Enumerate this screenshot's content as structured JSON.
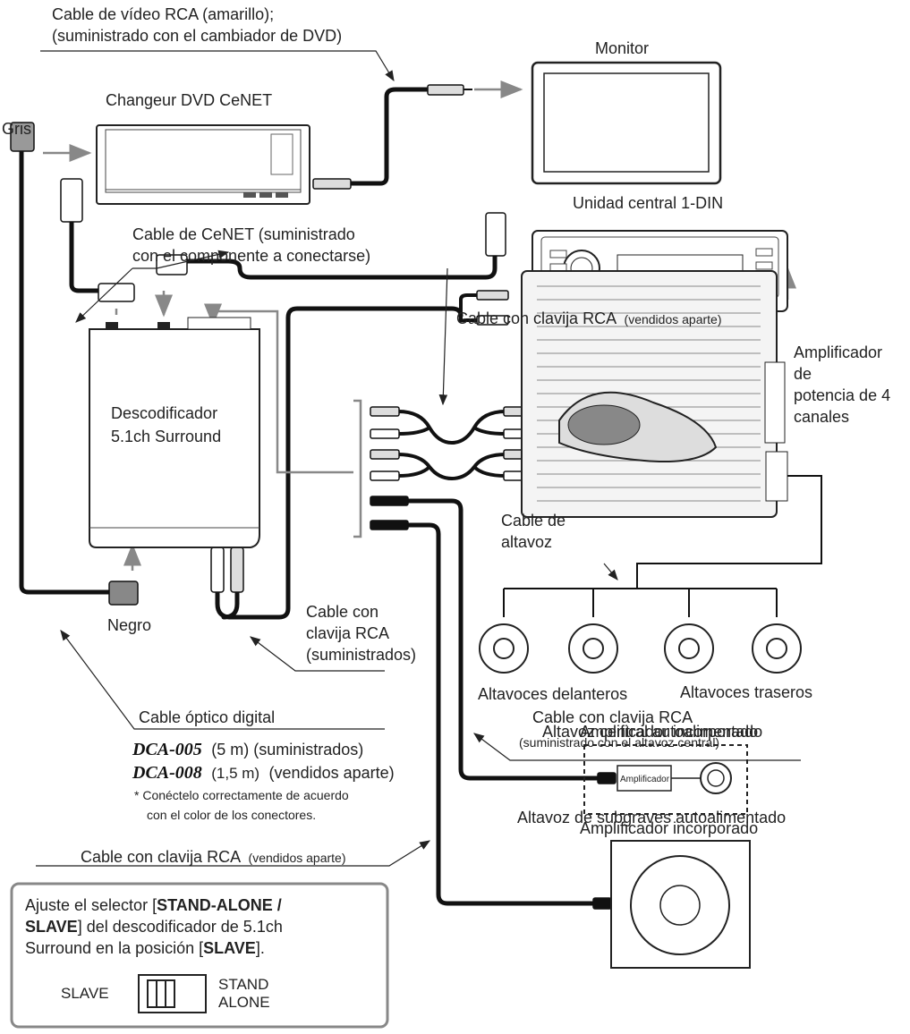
{
  "labels": {
    "rca_video_line1": "Cable de vídeo RCA (amarillo);",
    "rca_video_line2": "(suministrado con el cambiador de DVD)",
    "monitor": "Monitor",
    "dvd_changer": "Changeur DVD CeNET",
    "gris": "Gris",
    "head_unit": "Unidad central 1-DIN",
    "cenet_cable_line1": "Cable de CeNET (suministrado",
    "cenet_cable_line2": "con el componente a conectarse)",
    "rca_cable_sold": "Cable con clavija RCA",
    "sold_separately": "(vendidos aparte)",
    "amp_line1": "Amplificador",
    "amp_line2": "de",
    "amp_line3": "potencia de 4",
    "amp_line4": "canales",
    "decoder_line1": "Descodificador",
    "decoder_line2": "5.1ch Surround",
    "speaker_cable_line1": "Cable de",
    "speaker_cable_line2": "altavoz",
    "negro": "Negro",
    "rca_supplied_line1": "Cable con",
    "rca_supplied_line2": "clavija RCA",
    "rca_supplied_line3": "(suministrados)",
    "front_speakers": "Altavoces delanteros",
    "rear_speakers": "Altavoces traseros",
    "optical_cable": "Cable óptico digital",
    "dca005_model": "DCA-005",
    "dca005_rest": "(5 m) (suministrados)",
    "dca008_model": "DCA-008",
    "dca008_len": "(1,5 m)",
    "dca008_rest": "(vendidos aparte)",
    "note_line1": "*  Conéctelo correctamente de acuerdo",
    "note_line2": "con el color de los conectores.",
    "rca_center_line1": "Cable con clavija RCA",
    "rca_center_line2": "(suministrado con el altavoz central)",
    "center_line1": "Altavoz central autoalimentado",
    "center_line2": "Amplificador incorporado",
    "amplificador_box": "Amplificador",
    "rca_bottom_a": "Cable con clavija RCA",
    "rca_bottom_b": "(vendidos aparte)",
    "sub_line1": "Altavoz de subgraves autoalimentado",
    "sub_line2": "Amplificador incorporado",
    "note_box": {
      "l1a": "Ajuste el selector [",
      "l1b": "STAND-ALONE /",
      "l2a": "SLAVE",
      "l2b": "] del descodificador de 5.1ch",
      "l3a": "Surround en la posición [",
      "l3b": "SLAVE",
      "l3c": "].",
      "slave": "SLAVE",
      "stand": "STAND",
      "alone": "ALONE"
    }
  }
}
